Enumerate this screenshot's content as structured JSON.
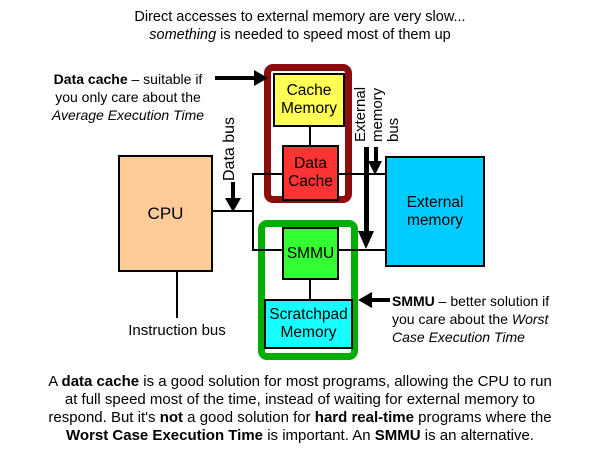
{
  "title": {
    "line1": [
      {
        "t": "Direct accesses to external memory are very slow..."
      }
    ],
    "line2": [
      {
        "t": "something",
        "i": true
      },
      {
        "t": " is needed to speed most of them up"
      }
    ]
  },
  "blocks": {
    "cpu": {
      "label": "CPU"
    },
    "cache_memory": {
      "label": "Cache\nMemory"
    },
    "data_cache": {
      "label": "Data\nCache"
    },
    "smmu": {
      "label": "SMMU"
    },
    "scratchpad": {
      "label": "Scratchpad\nMemory"
    },
    "external_memory": {
      "label": "External\nmemory"
    }
  },
  "buses": {
    "data_bus": "Data bus",
    "external_memory_bus": "External\nmemory\nbus",
    "instruction_bus": "Instruction bus"
  },
  "annotations": {
    "data_cache": {
      "lines": [
        [
          {
            "t": "Data cache",
            "b": true
          },
          {
            "t": " – suitable if"
          }
        ],
        [
          {
            "t": "you only care about the"
          }
        ],
        [
          {
            "t": "Average Execution Time",
            "i": true
          }
        ]
      ]
    },
    "smmu": {
      "lines": [
        [
          {
            "t": "SMMU",
            "b": true
          },
          {
            "t": " – better solution if"
          }
        ],
        [
          {
            "t": "you care about the "
          },
          {
            "t": "Worst",
            "i": true
          }
        ],
        [
          {
            "t": "Case Execution Time",
            "i": true
          }
        ]
      ]
    }
  },
  "footer": {
    "lines": [
      [
        {
          "t": "A "
        },
        {
          "t": "data cache",
          "b": true
        },
        {
          "t": " is a good solution for most programs, allowing the CPU to run"
        }
      ],
      [
        {
          "t": "at full speed most of the time, instead of waiting for external memory to"
        }
      ],
      [
        {
          "t": "respond. But it's "
        },
        {
          "t": "not",
          "b": true
        },
        {
          "t": " a good solution for "
        },
        {
          "t": "hard real-time",
          "b": true
        },
        {
          "t": " programs where the"
        }
      ],
      [
        {
          "t": "Worst Case Execution Time",
          "b": true
        },
        {
          "t": " is important. An "
        },
        {
          "t": "SMMU",
          "b": true
        },
        {
          "t": " is an alternative."
        }
      ]
    ]
  },
  "colors": {
    "cpu_fill": "#FFCC99",
    "cache_memory_fill": "#FFFF55",
    "data_cache_fill": "#FF3333",
    "smmu_fill": "#33FF33",
    "scratchpad_fill": "#16FFFF",
    "external_memory_fill": "#00CCFF",
    "cache_outline": "#8B0D0D",
    "smmu_outline": "#00AD00",
    "wire": "#000000"
  }
}
